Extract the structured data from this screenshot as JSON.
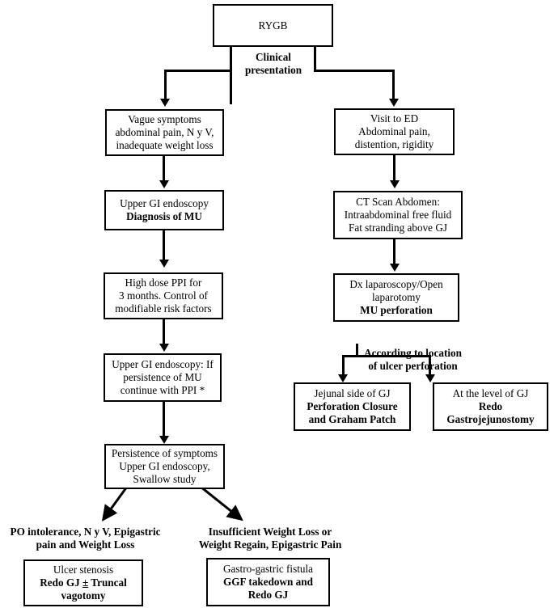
{
  "diagram": {
    "title": "RYGB marginal ulcer management algorithm",
    "type": "flowchart",
    "colors": {
      "line": "#000000",
      "background": "#ffffff",
      "text": "#000000"
    },
    "nodes": {
      "rygb": {
        "lines": [
          "RYGB"
        ]
      },
      "left1": {
        "lines": [
          "Vague symptoms",
          "abdominal pain, N y V,",
          "inadequate weight loss"
        ]
      },
      "left2": {
        "lines": [
          "Upper GI endoscopy",
          "Diagnosis of MU"
        ]
      },
      "left3": {
        "lines": [
          "High dose PPI for",
          "3 months. Control of",
          "modifiable risk factors"
        ]
      },
      "left4": {
        "lines": [
          "Upper GI endoscopy: If",
          "persistence of MU",
          "continue with PPI *"
        ]
      },
      "left5": {
        "lines": [
          "Persistence of symptoms",
          "Upper GI endoscopy,",
          "Swallow study"
        ]
      },
      "outcome_left": {
        "lines": [
          "Ulcer stenosis",
          "Redo GJ ± Truncal",
          "vagotomy"
        ]
      },
      "outcome_mid": {
        "lines": [
          "Gastro-gastric fistula",
          "GGF takedown and",
          "Redo GJ"
        ]
      },
      "right1": {
        "lines": [
          "Visit to ED",
          "Abdominal pain,",
          "distention, rigidity"
        ]
      },
      "right2": {
        "lines": [
          "CT Scan Abdomen:",
          "Intraabdominal free fluid",
          "Fat stranding above GJ"
        ]
      },
      "right3": {
        "lines": [
          "Dx laparoscopy/Open",
          "laparotomy",
          "MU perforation"
        ]
      },
      "outcome_jejunal": {
        "lines": [
          "Jejunal side of GJ",
          "Perforation Closure",
          "and Graham Patch"
        ]
      },
      "outcome_gj": {
        "lines": [
          "At the level of GJ",
          "Redo",
          "Gastrojejunostomy"
        ]
      }
    },
    "labels": {
      "clinical_presentation": {
        "lines": [
          "Clinical",
          "presentation"
        ]
      },
      "according_to_location": {
        "lines": [
          "According to location",
          "of  ulcer perforation"
        ]
      },
      "po_intolerance": {
        "lines": [
          "PO intolerance, N y V, Epigastric",
          "pain and Weight Loss"
        ]
      },
      "insufficient_weight": {
        "lines": [
          "Insufficient Weight Loss or",
          "Weight Regain, Epigastric Pain"
        ]
      }
    }
  }
}
